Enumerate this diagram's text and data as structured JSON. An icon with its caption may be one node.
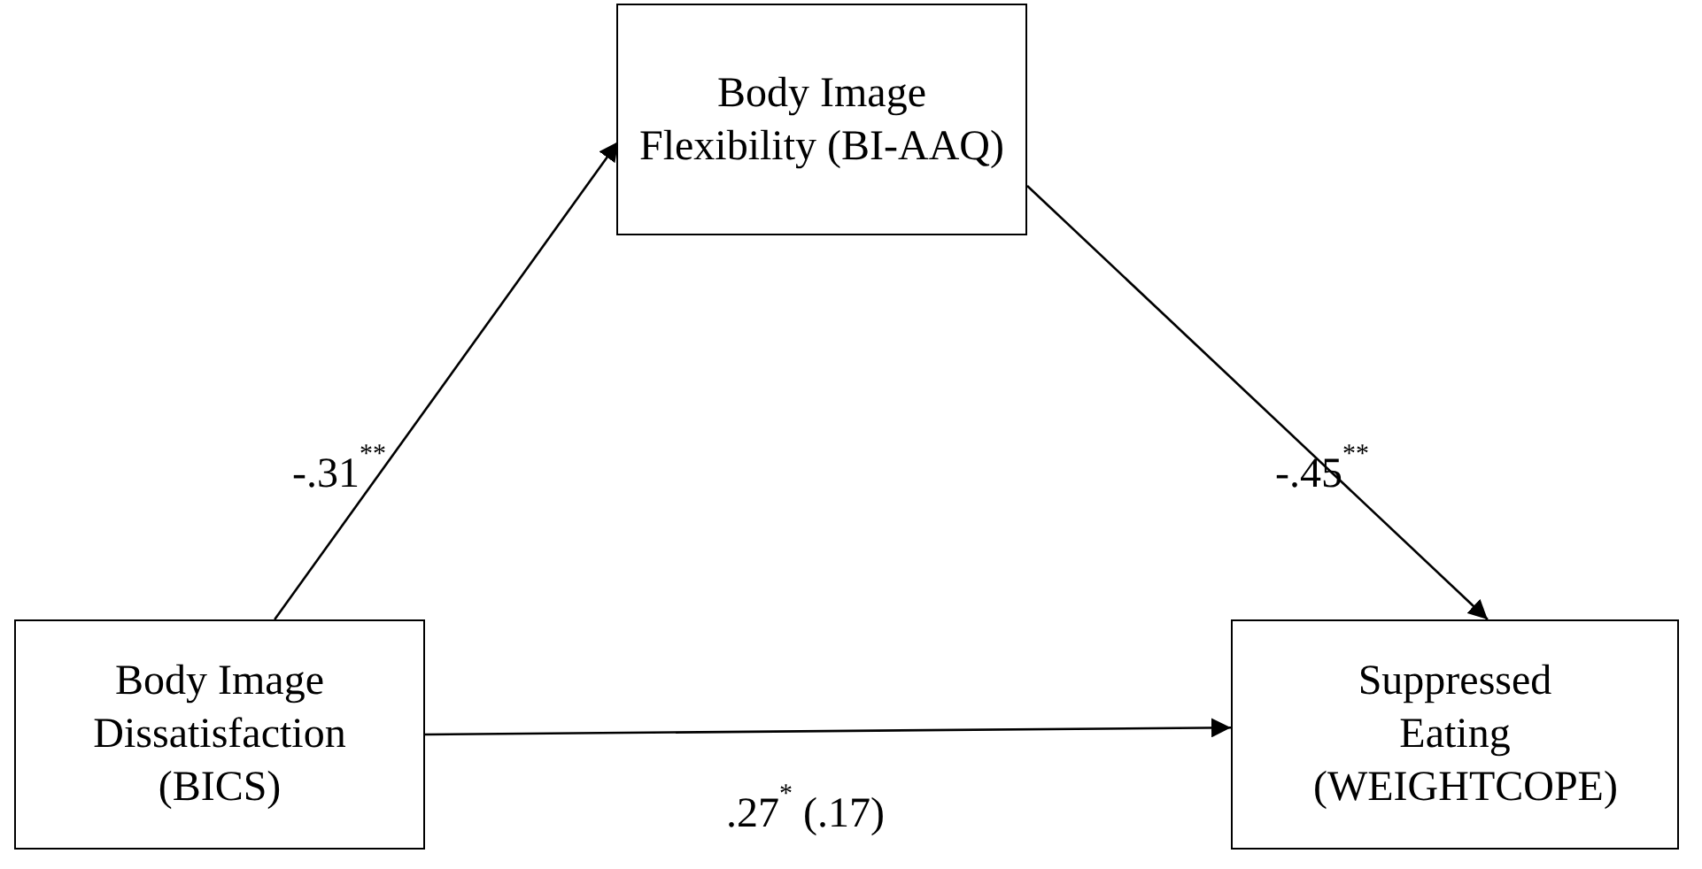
{
  "diagram": {
    "nodes": [
      {
        "text": [
          "Body Image Flexibility (BI-AAQ)"
        ]
      },
      {
        "text": [
          "Body Image Dissatisfaction (BICS)"
        ]
      },
      {
        "text": [
          "Suppressed Eating (WEIGHTCOPE)"
        ]
      }
    ],
    "edges": [
      {
        "from": 1,
        "to": 0,
        "arrow": "to",
        "label": "-.31$^{**}$"
      },
      {
        "from": 0,
        "to": 2,
        "arrow": "to",
        "label": "-.45$^{**}$"
      },
      {
        "from": 1,
        "to": 2,
        "arrow": "to",
        "label": ".27$^{*}$ (.17)"
      }
    ]
  }
}
